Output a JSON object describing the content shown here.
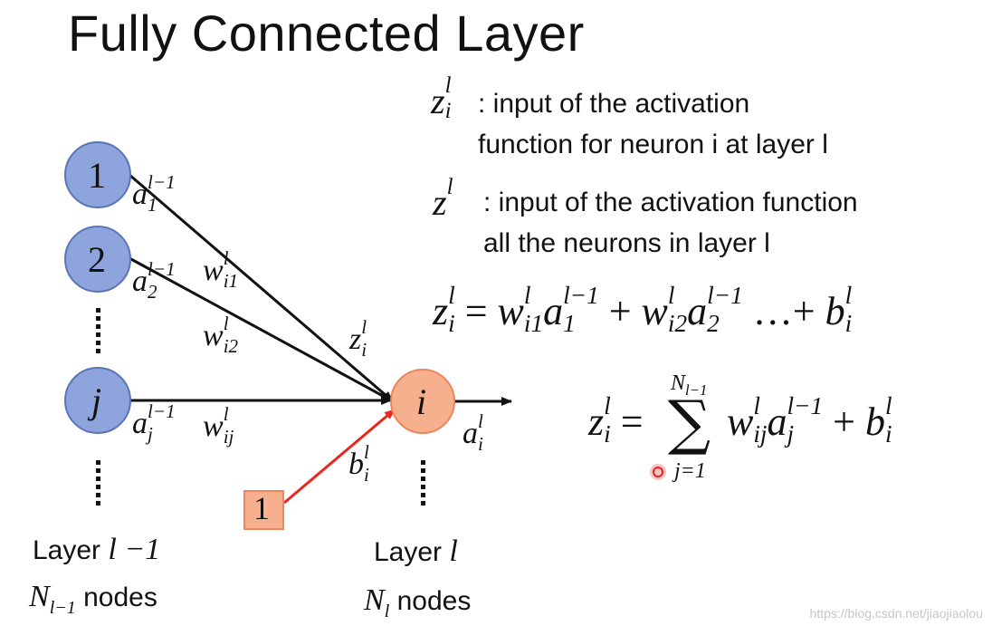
{
  "title": "Fully Connected Layer",
  "nodes": {
    "prev_layer": [
      "1",
      "2",
      "j"
    ],
    "current": "i",
    "bias_input": "1"
  },
  "edge_labels": {
    "a1": {
      "base": "a",
      "sup": "l−1",
      "sub": "1"
    },
    "a2": {
      "base": "a",
      "sup": "l−1",
      "sub": "2"
    },
    "aj": {
      "base": "a",
      "sup": "l−1",
      "sub": "j"
    },
    "wi1": {
      "base": "w",
      "sup": "l",
      "sub": "i1"
    },
    "wi2": {
      "base": "w",
      "sup": "l",
      "sub": "i2"
    },
    "wij": {
      "base": "w",
      "sup": "l",
      "sub": "ij"
    },
    "zi": {
      "base": "z",
      "sup": "l",
      "sub": "i"
    },
    "bi": {
      "base": "b",
      "sup": "l",
      "sub": "i"
    },
    "ai": {
      "base": "a",
      "sup": "l",
      "sub": "i"
    }
  },
  "definitions": [
    {
      "symbol_base": "z",
      "symbol_sup": "l",
      "symbol_sub": "i",
      "line1": ": input of the activation",
      "line2": "function for neuron i at layer l"
    },
    {
      "symbol_base": "z",
      "symbol_sup": "l",
      "symbol_sub": "",
      "line1": ": input of the activation function",
      "line2": "all the neurons in layer l"
    }
  ],
  "equation1": {
    "lhs": "z",
    "lhs_sup": "l",
    "lhs_sub": "i",
    "equals": "=",
    "plus": "+",
    "ellipsis": "…",
    "t1_w": "w",
    "t1_w_sup": "l",
    "t1_w_sub": "i1",
    "t1_a": "a",
    "t1_a_sup": "l−1",
    "t1_a_sub": "1",
    "t2_w": "w",
    "t2_w_sup": "l",
    "t2_w_sub": "i2",
    "t2_a": "a",
    "t2_a_sup": "l−1",
    "t2_a_sub": "2",
    "b": "b",
    "b_sup": "l",
    "b_sub": "i"
  },
  "equation2": {
    "lhs": "z",
    "lhs_sup": "l",
    "lhs_sub": "i",
    "equals": "=",
    "sigma": "∑",
    "upper_base": "N",
    "upper_sub": "l−1",
    "lower": "j=1",
    "w": "w",
    "w_sup": "l",
    "w_sub": "ij",
    "a": "a",
    "a_sup": "l−1",
    "a_sub": "j",
    "plus": "+",
    "b": "b",
    "b_sup": "l",
    "b_sub": "i"
  },
  "layers": {
    "prev": {
      "word": "Layer",
      "sym": "l −1",
      "count_base": "N",
      "count_sub": "l−1",
      "count_word": "nodes"
    },
    "curr": {
      "word": "Layer",
      "sym": "l",
      "count_base": "N",
      "count_sub": "l",
      "count_word": "nodes"
    }
  },
  "colors": {
    "prev_node_fill": "#8ea4dc",
    "prev_node_stroke": "#5a74b8",
    "curr_node_fill": "#f7b08e",
    "curr_node_stroke": "#e8875c",
    "bias_fill": "#f7b08e",
    "bias_edge": "#e8261c",
    "edge": "#111111"
  },
  "watermark": "https://blog.csdn.net/jiaojiaolou"
}
